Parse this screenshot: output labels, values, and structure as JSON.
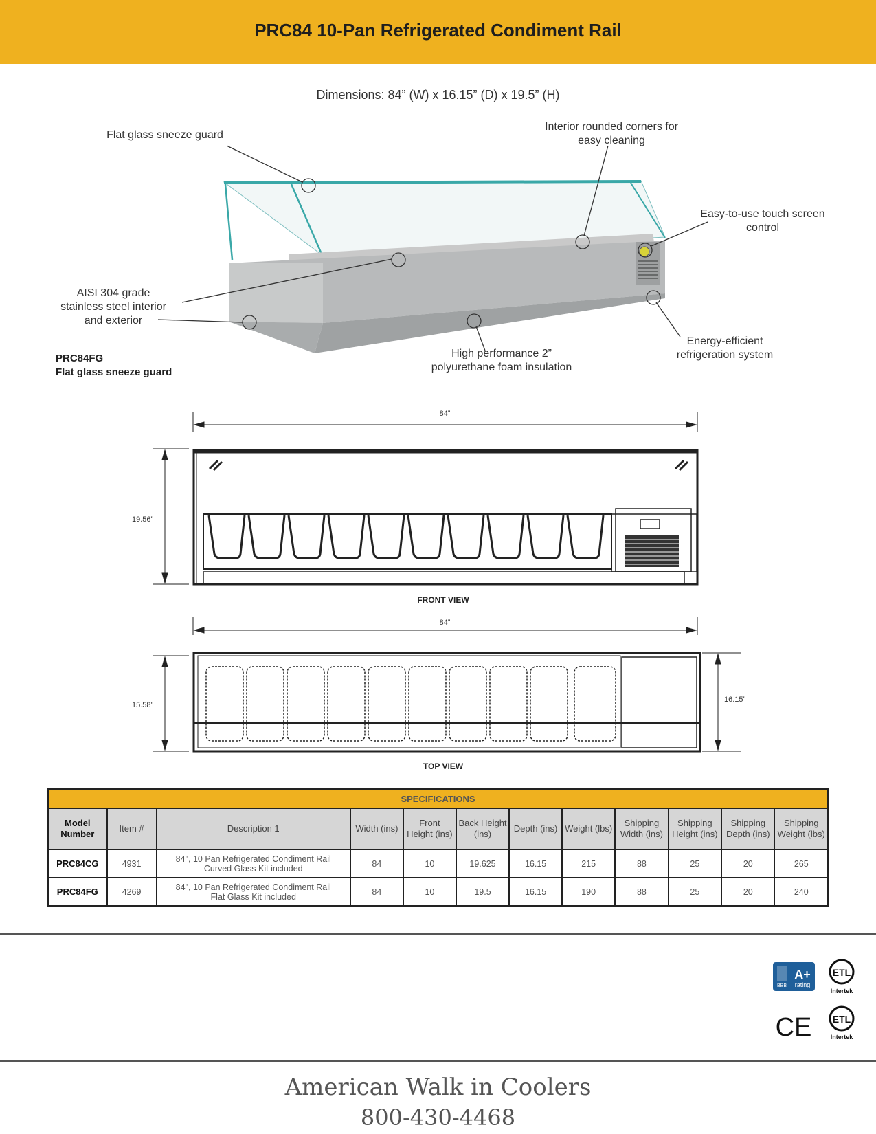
{
  "header": {
    "title": "PRC84 10-Pan Refrigerated Condiment Rail",
    "color": "#EFB11F"
  },
  "dimensions": "Dimensions: 84” (W) x 16.15” (D) x 19.5” (H)",
  "callouts": {
    "sneeze_guard": "Flat glass sneeze guard",
    "corners_1": "Interior rounded corners for",
    "corners_2": "easy cleaning",
    "touch_1": "Easy-to-use touch screen",
    "touch_2": "control",
    "steel_1": "AISI 304 grade",
    "steel_2": "stainless steel interior",
    "steel_3": "and exterior",
    "foam_1": "High performance 2”",
    "foam_2": "polyurethane foam insulation",
    "refrig_1": "Energy-efficient",
    "refrig_2": "refrigeration system"
  },
  "model_caption": {
    "model": "PRC84FG",
    "desc": "Flat glass sneeze guard"
  },
  "front_view": {
    "label": "FRONT VIEW",
    "width": "84”",
    "height": "19.56”"
  },
  "top_view": {
    "label": "TOP VIEW",
    "width": "84”",
    "depth_left": "15.58”",
    "depth_right": "16.15”"
  },
  "specs": {
    "caption": "SPECIFICATIONS",
    "headers": {
      "model": "Model Number",
      "item": "Item #",
      "desc": "Description 1",
      "width": "Width (ins)",
      "front_height": "Front Height (ins)",
      "back_height": "Back Height (ins)",
      "depth": "Depth (ins)",
      "weight": "Weight (lbs)",
      "ship_width": "Shipping Width (ins)",
      "ship_height": "Shipping Height (ins)",
      "ship_depth": "Shipping Depth (ins)",
      "ship_weight": "Shipping Weight (lbs)"
    },
    "rows": [
      {
        "model": "PRC84CG",
        "item": "4931",
        "desc_1": "84\", 10 Pan Refrigerated Condiment Rail",
        "desc_2": "Curved Glass Kit included",
        "width": "84",
        "front_height": "10",
        "back_height": "19.625",
        "depth": "16.15",
        "weight": "215",
        "ship_width": "88",
        "ship_height": "25",
        "ship_depth": "20",
        "ship_weight": "265"
      },
      {
        "model": "PRC84FG",
        "item": "4269",
        "desc_1": "84\", 10 Pan Refrigerated Condiment Rail",
        "desc_2": "Flat Glass Kit included",
        "width": "84",
        "front_height": "10",
        "back_height": "19.5",
        "depth": "16.15",
        "weight": "190",
        "ship_width": "88",
        "ship_height": "25",
        "ship_depth": "20",
        "ship_weight": "240"
      }
    ]
  },
  "badges": {
    "bbb": "BBB",
    "bbb_rating": "A+",
    "bbb_rating_label": "rating",
    "etl": "ETL",
    "intertek": "Intertek",
    "ce": "CE"
  },
  "footer": {
    "company": "American Walk in Coolers",
    "phone": "800-430-4468"
  }
}
